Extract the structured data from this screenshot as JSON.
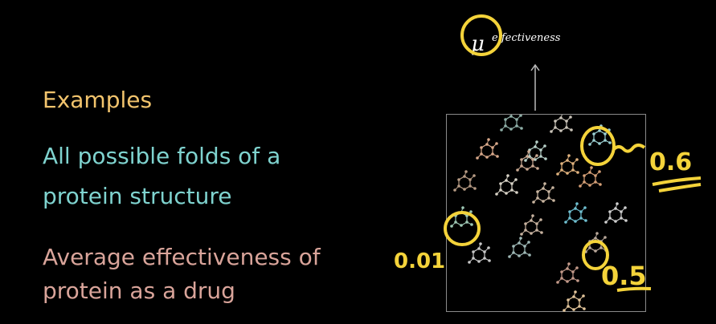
{
  "slide": {
    "examples_heading": "Examples",
    "example_1_line1": "All possible folds of a",
    "example_1_line2": "protein structure",
    "example_2_line1": "Average effectiveness of",
    "example_2_line2": "protein as a drug"
  },
  "diagram": {
    "mu_symbol": "μ",
    "mu_subscript": "e fectiveness",
    "molecule_icon": "molecule-icon",
    "molecules": [
      {
        "color": "#8fb0a8"
      },
      {
        "color": "#c9c3b8"
      },
      {
        "color": "#d8a88a"
      },
      {
        "color": "#b7d0c8"
      },
      {
        "color": "#9bd0d2"
      },
      {
        "color": "#c9a891"
      },
      {
        "color": "#e0b27e"
      },
      {
        "color": "#b79b84"
      },
      {
        "color": "#d7d2c6"
      },
      {
        "color": "#c9b5a0"
      },
      {
        "color": "#d6a077"
      },
      {
        "color": "#cfcfcf"
      },
      {
        "color": "#9ec8b5"
      },
      {
        "color": "#c7b29f"
      },
      {
        "color": "#6fbfd0"
      },
      {
        "color": "#c7c7c7"
      },
      {
        "color": "#9fb9b7"
      },
      {
        "color": "#c49a8a"
      },
      {
        "color": "#b8a79a"
      },
      {
        "color": "#e2c49a"
      }
    ]
  },
  "annotations": {
    "value_top": "0.6",
    "value_bottom_right": "0.5",
    "value_left": "0.01",
    "ink_color": "#f4d33a"
  }
}
